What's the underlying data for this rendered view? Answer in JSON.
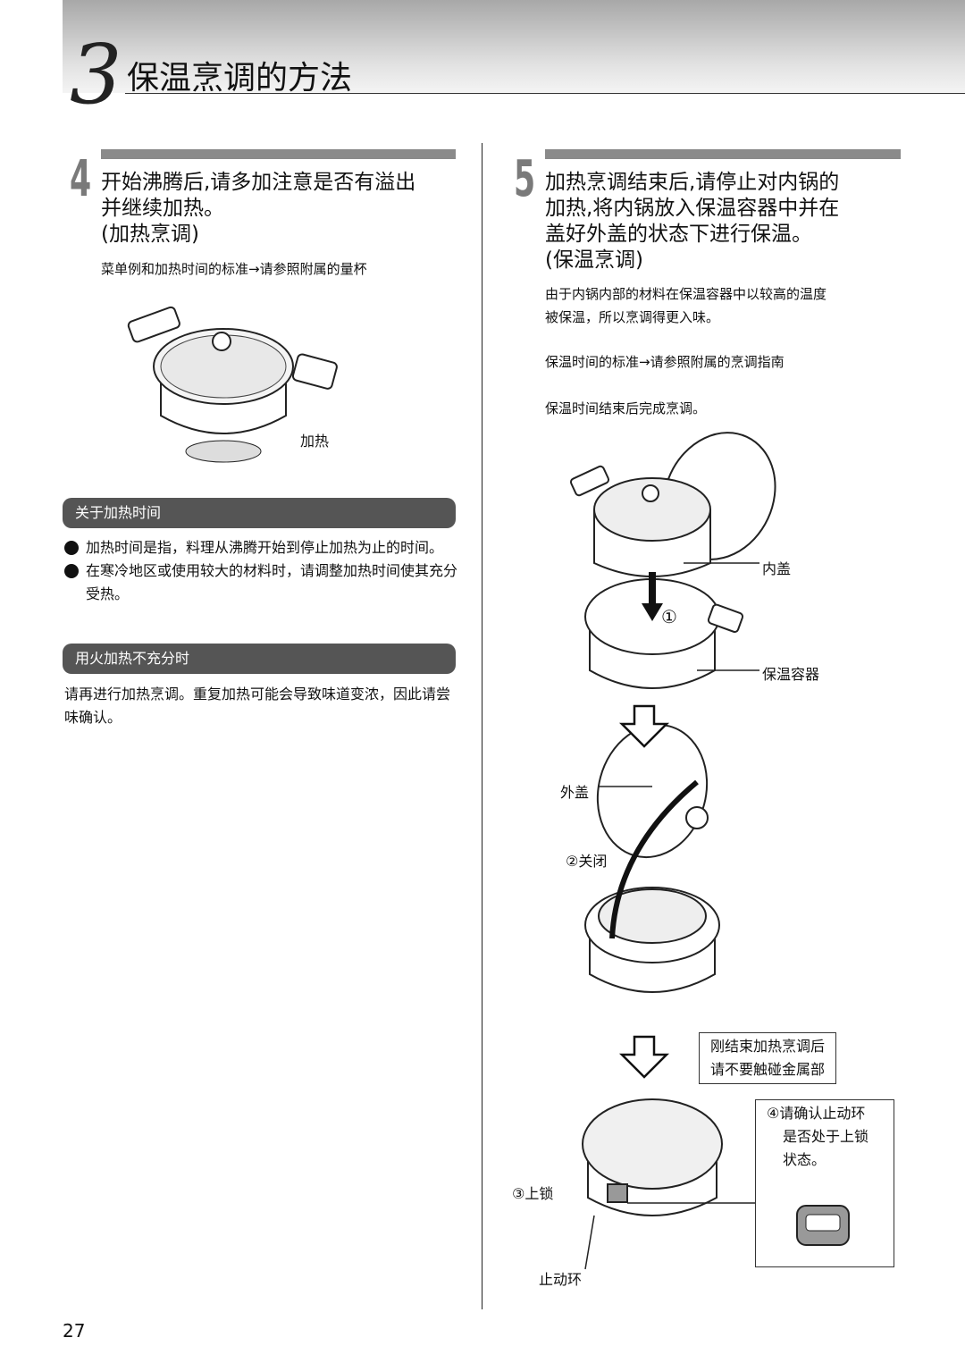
{
  "header": {
    "section_number": "3",
    "section_title": "保温烹调的方法"
  },
  "step4": {
    "number": "4",
    "title_lines": [
      "开始沸腾后,请多加注意是否有溢出",
      "并继续加热。",
      "(加热烹调)"
    ],
    "note": "菜单例和加热时间的标准→请参照附属的量杯",
    "figure_label": "加热",
    "box1": {
      "title": "关于加热时间",
      "bullets": [
        "加热时间是指，料理从沸腾开始到停止加热为止的时间。",
        "在寒冷地区或使用较大的材料时，请调整加热时间使其充分受热。"
      ]
    },
    "box2": {
      "title": "用火加热不充分时",
      "text": "请再进行加热烹调。重复加热可能会导致味道变浓，因此请尝味确认。"
    }
  },
  "step5": {
    "number": "5",
    "title_lines": [
      "加热烹调结束后,请停止对内锅的",
      "加热,将内锅放入保温容器中并在",
      "盖好外盖的状态下进行保温。",
      "(保温烹调)"
    ],
    "desc": [
      "由于内锅内部的材料在保温容器中以较高的温度",
      "被保温，所以烹调得更入味。"
    ],
    "note": "保温时间的标准→请参照附属的烹调指南",
    "finish": "保温时间结束后完成烹调。",
    "labels": {
      "inner_lid": "内盖",
      "container": "保温容器",
      "step1": "①",
      "outer_lid": "外盖",
      "close": "②关闭",
      "lock": "③上锁",
      "stop_ring": "止动环"
    },
    "caution": [
      "刚结束加热烹调后",
      "请不要触碰金属部"
    ],
    "check": [
      "④请确认止动环",
      "是否处于上锁",
      "状态。"
    ]
  },
  "page_number": "27"
}
